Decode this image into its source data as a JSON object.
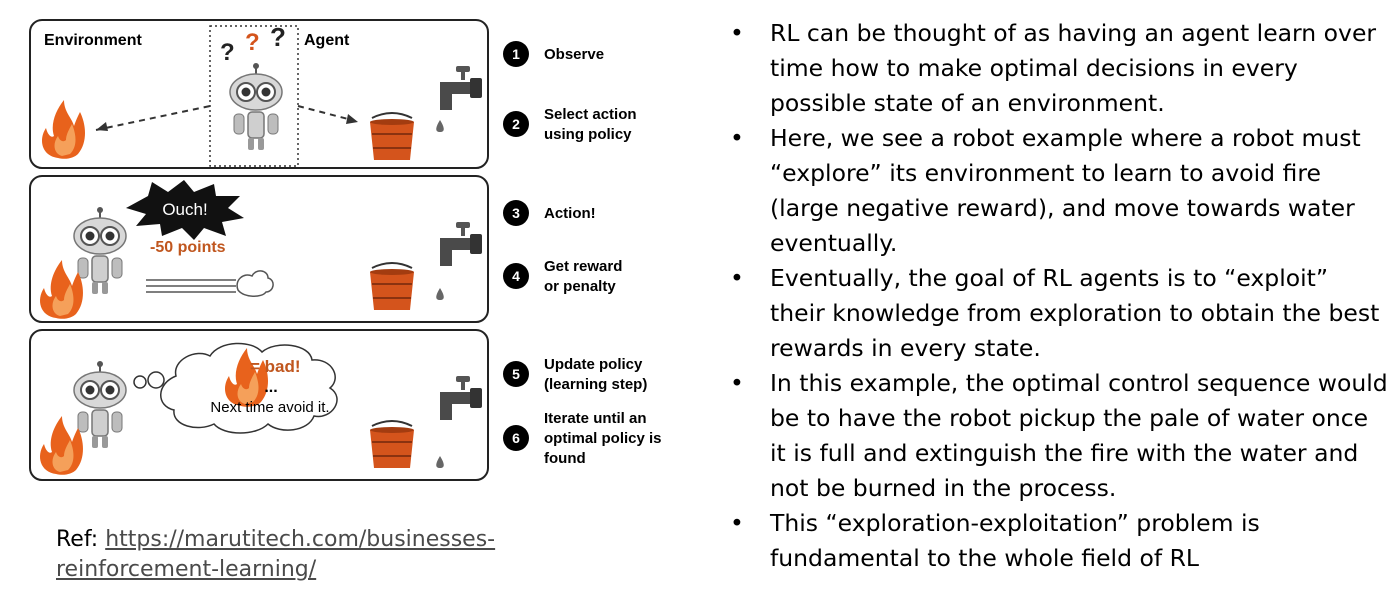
{
  "diagram": {
    "panel1": {
      "environment_label": "Environment",
      "agent_label": "Agent"
    },
    "panel2": {
      "ouch_label": "Ouch!",
      "points_label": "-50 points"
    },
    "panel3": {
      "bad_label": "= bad!",
      "ellipsis": "...",
      "next_time_label": "Next time avoid it."
    },
    "steps": [
      {
        "number": "1",
        "lines": [
          "Observe"
        ]
      },
      {
        "number": "2",
        "lines": [
          "Select action",
          "using policy"
        ]
      },
      {
        "number": "3",
        "lines": [
          "Action!"
        ]
      },
      {
        "number": "4",
        "lines": [
          "Get reward",
          "or penalty"
        ]
      },
      {
        "number": "5",
        "lines": [
          "Update policy",
          "(learning step)"
        ]
      },
      {
        "number": "6",
        "lines": [
          "Iterate until an",
          "optimal policy is",
          "found"
        ]
      }
    ]
  },
  "reference": {
    "prefix": "Ref: ",
    "link_line1": "https://marutitech.com/businesses-",
    "link_line2": "reinforcement-learning/"
  },
  "bullets": [
    "RL can be thought of as having an agent learn over time how to make  optimal decisions in every possible state of an environment.",
    "Here, we see a robot example where a robot must “explore” its environment to learn to avoid fire (large negative reward), and move towards water eventually.",
    "Eventually, the goal of RL agents is to “exploit” their knowledge from exploration to obtain the best rewards in every state.",
    "In this example, the optimal control sequence would be to have the robot pickup the pale of water once it is full and extinguish the fire with the water and not be burned in the process.",
    "This “exploration-exploitation” problem is fundamental to the whole field of RL"
  ],
  "colors": {
    "fire": "#e8621c",
    "bucket": "#d4541c",
    "points": "#c0561e",
    "step_circle": "#000000",
    "robot": "#9a9a9a"
  },
  "icons": [
    "fire-icon",
    "robot-icon",
    "faucet-icon",
    "bucket-icon",
    "water-drop-icon",
    "question-mark-icon",
    "thought-cloud-icon",
    "burst-icon",
    "dust-cloud-icon"
  ]
}
